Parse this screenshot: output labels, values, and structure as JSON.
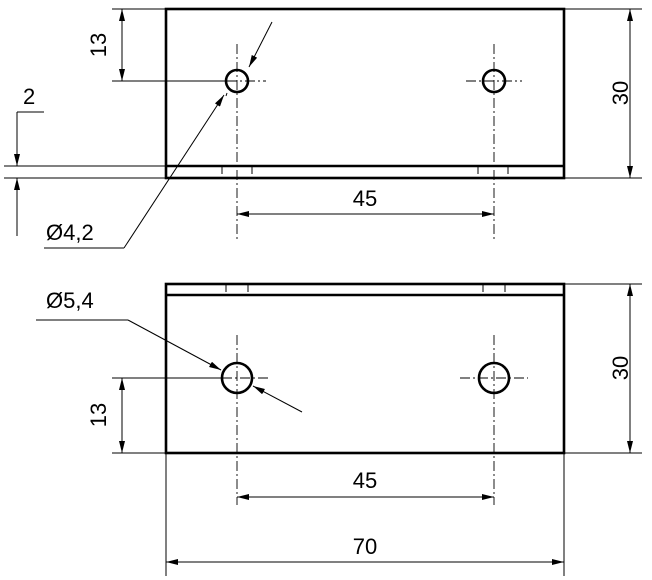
{
  "top_view": {
    "height": "30",
    "hole_offset": "13",
    "wall": "2",
    "hole_spacing": "45",
    "hole_dia": "Ø4,2"
  },
  "bottom_view": {
    "height": "30",
    "hole_offset": "13",
    "hole_spacing": "45",
    "hole_dia": "Ø5,4",
    "width": "70"
  }
}
